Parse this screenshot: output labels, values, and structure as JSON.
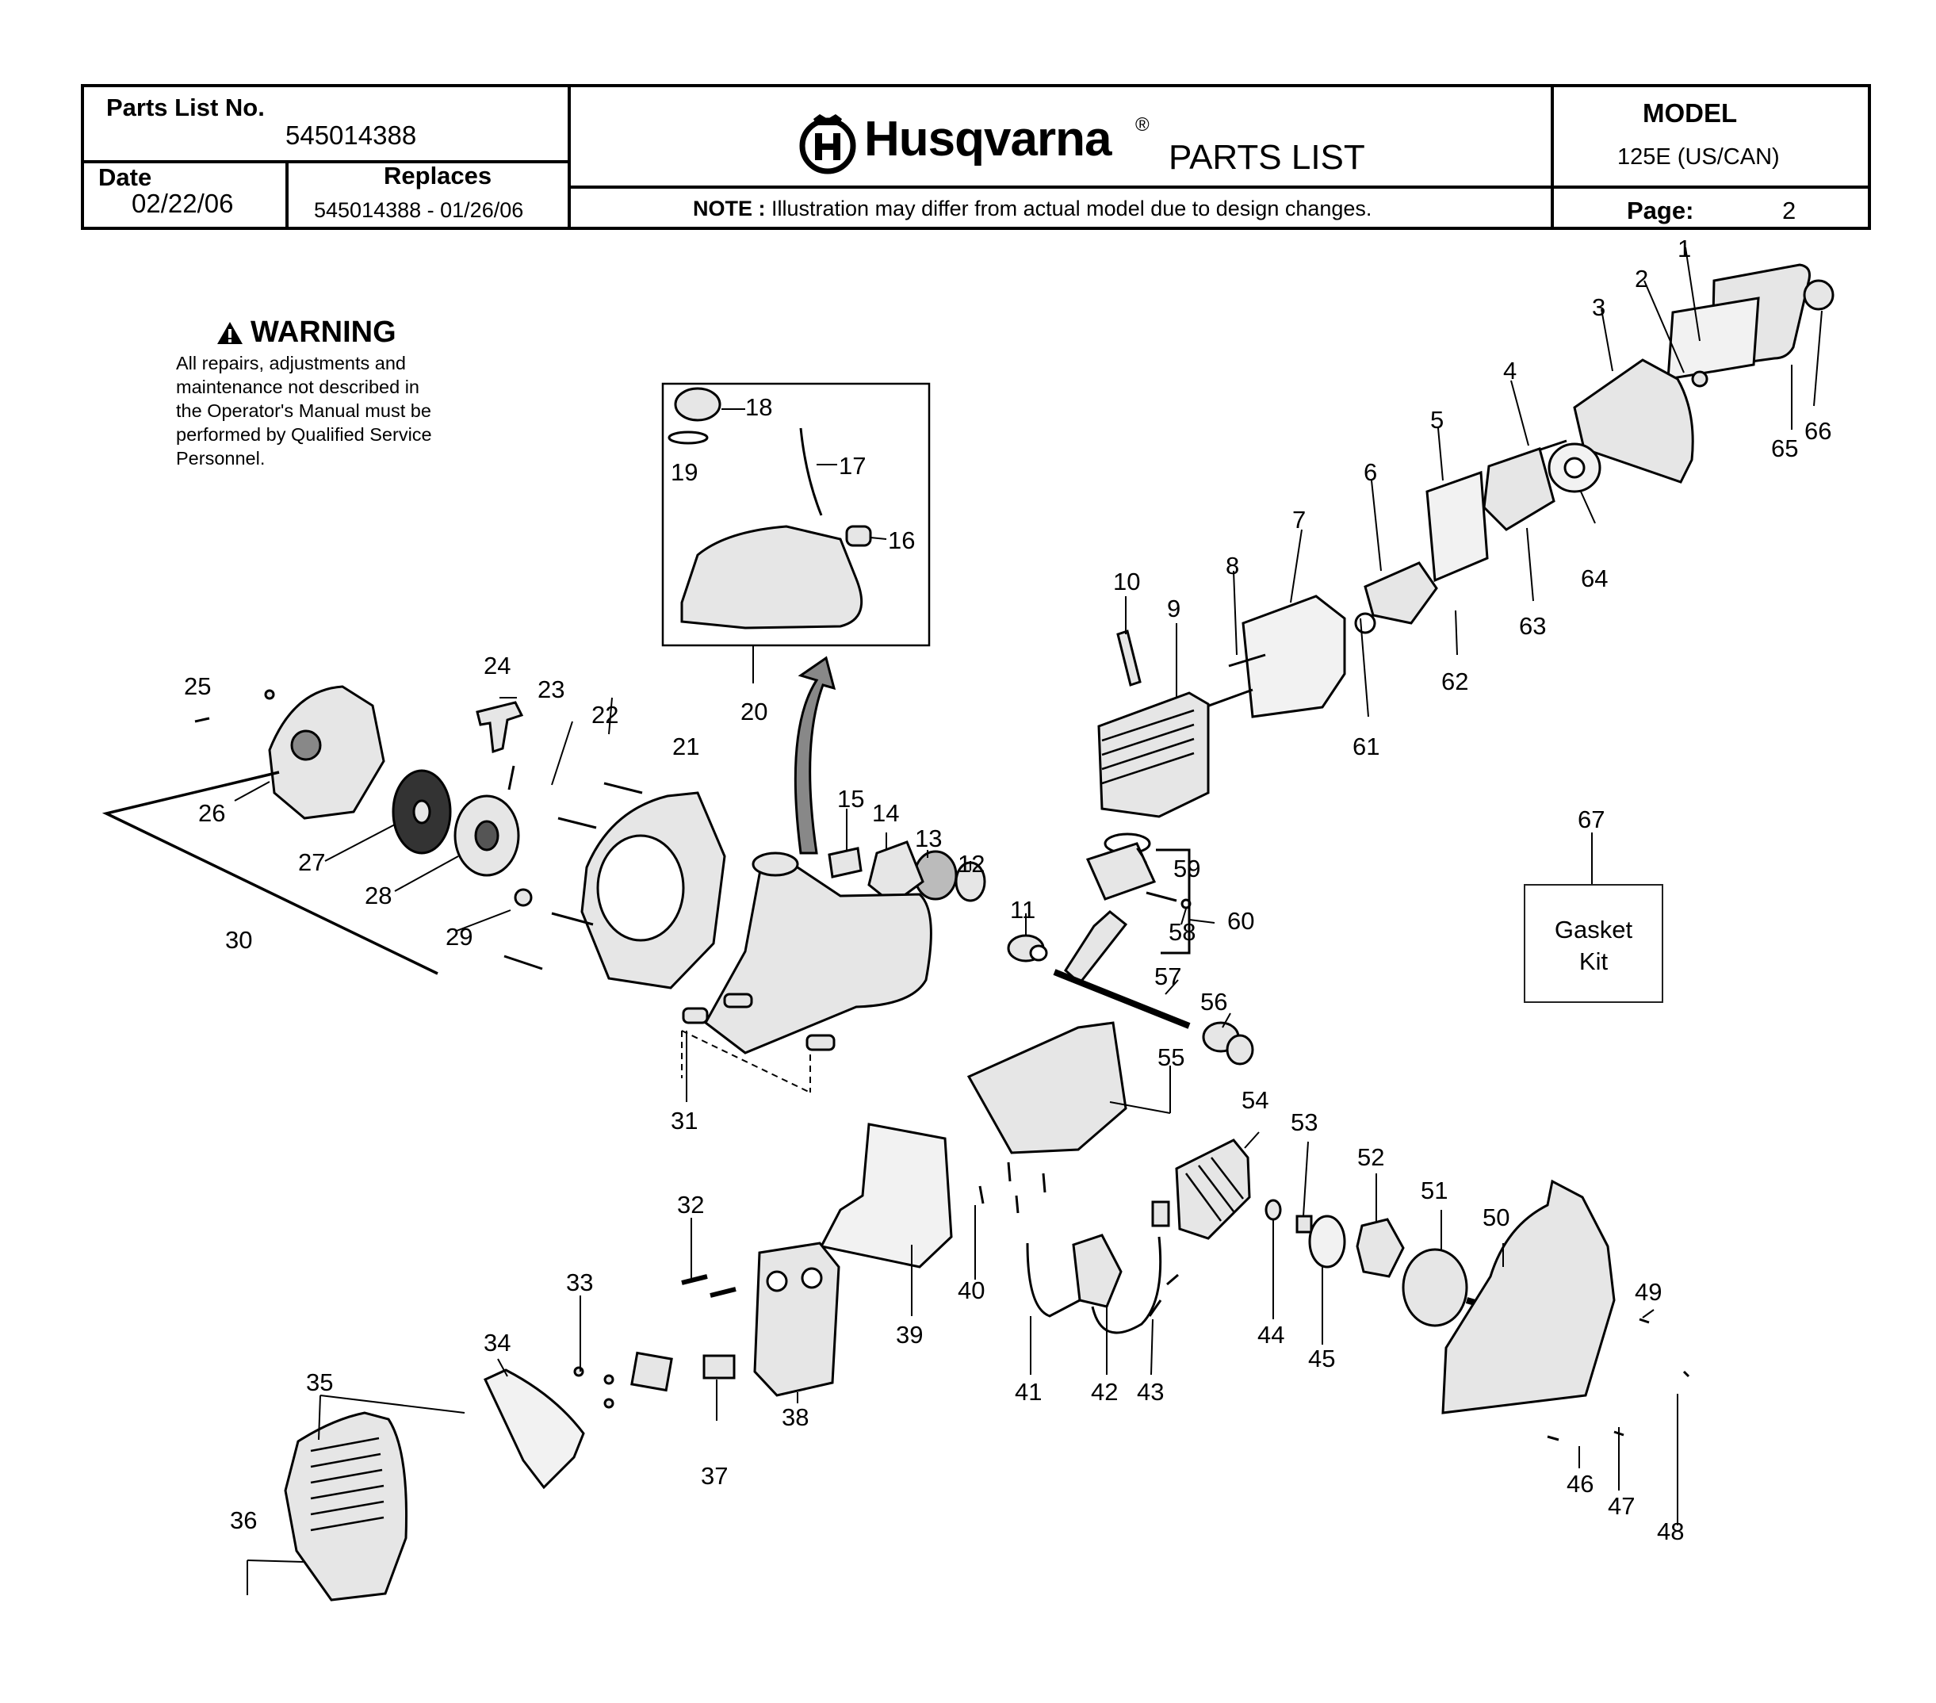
{
  "header": {
    "parts_list_no_label": "Parts List No.",
    "parts_list_no": "545014388",
    "date_label": "Date",
    "date": "02/22/06",
    "replaces_label": "Replaces",
    "replaces": "545014388 - 01/26/06",
    "brand": "Husqvarna",
    "registered": "®",
    "title": "PARTS LIST",
    "note_label": "NOTE :",
    "note": "Illustration may differ from actual model due to design changes.",
    "model_label": "MODEL",
    "model": "125E (US/CAN)",
    "page_label": "Page:",
    "page": "2"
  },
  "warning": {
    "title": "WARNING",
    "lines": [
      "All repairs, adjustments and",
      "maintenance not described in",
      "the Operator's Manual must be",
      "performed by Qualified Service",
      "Personnel."
    ]
  },
  "gasket_kit": {
    "number": "67",
    "line1": "Gasket",
    "line2": "Kit"
  },
  "callouts": [
    "1",
    "2",
    "3",
    "4",
    "5",
    "6",
    "7",
    "8",
    "9",
    "10",
    "11",
    "12",
    "13",
    "14",
    "15",
    "16",
    "17",
    "18",
    "19",
    "20",
    "21",
    "22",
    "23",
    "24",
    "25",
    "26",
    "27",
    "28",
    "29",
    "30",
    "31",
    "32",
    "33",
    "34",
    "35",
    "36",
    "37",
    "38",
    "39",
    "40",
    "41",
    "42",
    "43",
    "44",
    "45",
    "46",
    "47",
    "48",
    "49",
    "50",
    "51",
    "52",
    "53",
    "54",
    "55",
    "56",
    "57",
    "58",
    "59",
    "60",
    "61",
    "62",
    "63",
    "64",
    "65",
    "66",
    "67"
  ],
  "colors": {
    "ink": "#000000",
    "part_fill": "#d9d9d9",
    "part_dark": "#555555"
  }
}
